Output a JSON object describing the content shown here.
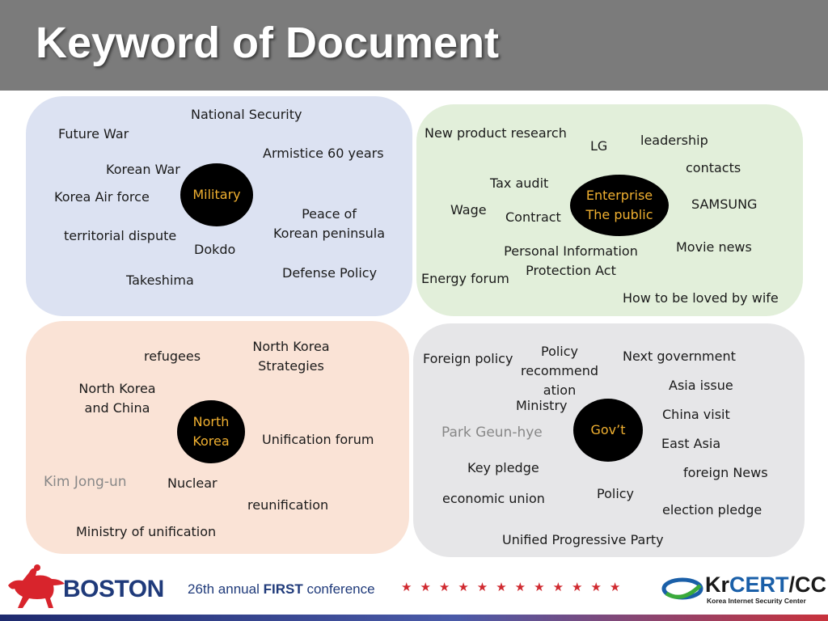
{
  "title": "Keyword of Document",
  "colors": {
    "military_panel": "#dce2f2",
    "enterprise_panel": "#e2efda",
    "north_korea_panel": "#fae3d6",
    "gov_panel": "#e6e6e8",
    "hub_fill": "#000000",
    "hub_text": "#f0b030",
    "header": "#7b7b7b"
  },
  "military": {
    "hub": "Military",
    "keywords": [
      "National Security",
      "Future War",
      "Armistice 60 years",
      "Korean War",
      "Korea Air force",
      "Peace of",
      "Korean peninsula",
      "territorial dispute",
      "Dokdo",
      "Defense Policy",
      "Takeshima"
    ]
  },
  "enterprise": {
    "hub_line1": "Enterprise",
    "hub_line2": "The public",
    "keywords": [
      "New product research",
      "LG",
      "leadership",
      "contacts",
      "Tax audit",
      "SAMSUNG",
      "Wage",
      "Contract",
      "Movie news",
      "Personal Information",
      "Protection Act",
      "Energy forum",
      "How to be loved by wife"
    ]
  },
  "north_korea": {
    "hub_line1": "North",
    "hub_line2": "Korea",
    "keywords": [
      "refugees",
      "North Korea",
      "Strategies",
      "North Korea",
      "and China",
      "Unification forum",
      "Kim Jong-un",
      "Nuclear",
      "reunification",
      "Ministry of unification"
    ]
  },
  "gov": {
    "hub": "Gov’t",
    "keywords": [
      "Foreign policy",
      "Policy",
      "recommend",
      "ation",
      "Next government",
      "Asia issue",
      "Ministry",
      "China visit",
      "Park Geun-hye",
      "East Asia",
      "Key pledge",
      "foreign News",
      "Policy",
      "economic union",
      "election pledge",
      "Unified Progressive Party"
    ]
  },
  "footer": {
    "event": "BOSTON",
    "conference_prefix": "26th annual",
    "conference_bold": "FIRST",
    "conference_suffix": "conference",
    "stars": "★★★★★★★★★★★★",
    "org_kr": "Kr",
    "org_cert": "CERT",
    "org_cc": "/CC",
    "org_subtitle": "Korea Internet Security Center"
  }
}
